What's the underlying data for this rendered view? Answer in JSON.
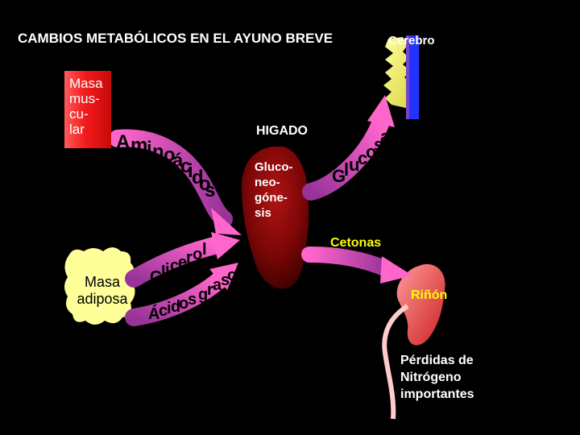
{
  "title": "CAMBIOS METABÓLICOS EN EL AYUNO BREVE",
  "brain_label": "Cerebro",
  "liver": {
    "label": "HIGADO",
    "process_lines": [
      "Gluco-",
      "neo-",
      "góne-",
      "sis"
    ]
  },
  "muscle": {
    "label_lines": [
      "Masa",
      "mus-",
      "cu-",
      "lar"
    ]
  },
  "adipose": {
    "label_lines": [
      "Masa",
      "adiposa"
    ]
  },
  "arrows": {
    "amino_chars": [
      "A",
      "m",
      "i",
      "n",
      "o",
      "á",
      "c",
      "i",
      "d",
      "o",
      "s"
    ],
    "glucose_chars": [
      "G",
      "l",
      "u",
      "c",
      "o",
      "s",
      "a"
    ],
    "glycerol_chars": [
      "G",
      "l",
      "i",
      "c",
      "e",
      "r",
      "o",
      "l"
    ],
    "fatty_acid_chars": [
      "Á",
      "c",
      "i",
      "d",
      "o",
      "s",
      " ",
      "g",
      "r",
      "a",
      "s",
      "o",
      "s"
    ]
  },
  "ketones_label": "Cetonas",
  "kidney_label": "Riñón",
  "nitrogen_loss_lines": [
    "Pérdidas de",
    "Nitrógeno",
    "importantes"
  ],
  "colors": {
    "background": "#000000",
    "arrow_pink": "#ff66cc",
    "arrow_purple": "#993399",
    "liver": "#8b0a0a",
    "muscle": "#f21a1a",
    "adipose": "#ffff99",
    "brain_bar": "#2233ff",
    "brain": "#ffff88",
    "text_yellow": "#ffff00",
    "text_white": "#ffffff"
  }
}
